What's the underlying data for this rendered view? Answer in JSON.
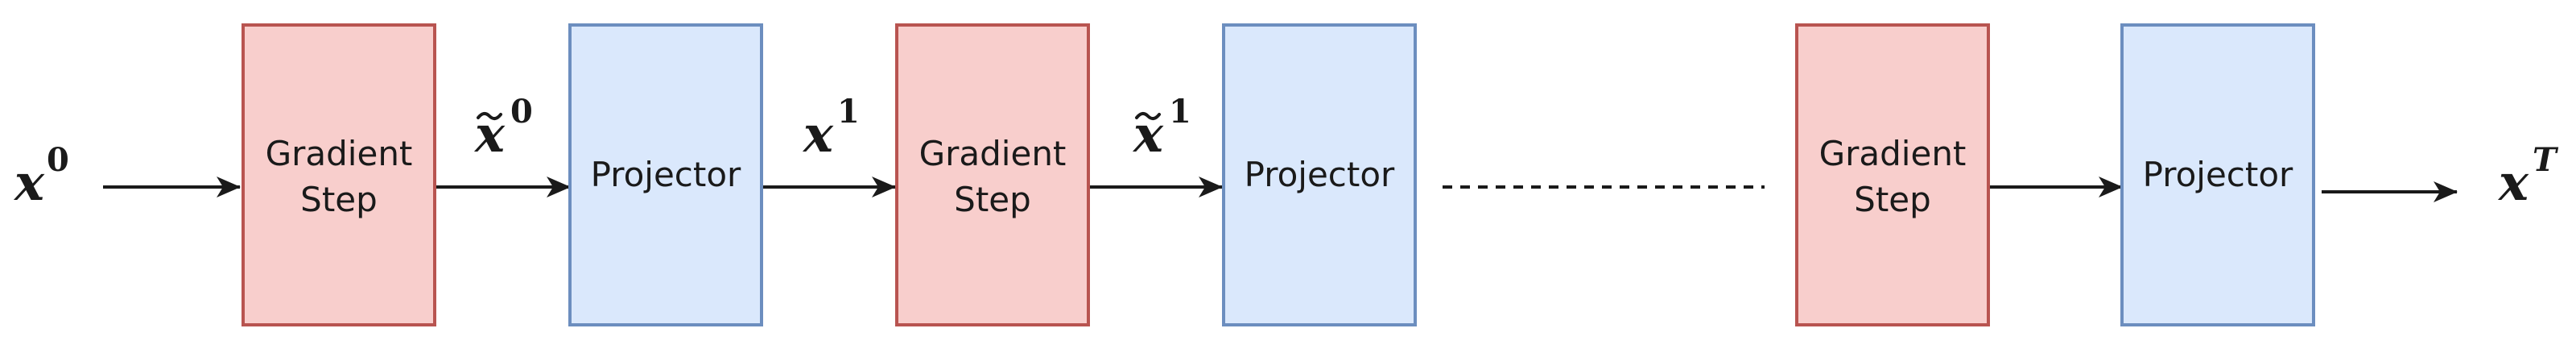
{
  "title": "",
  "colors": {
    "gradient_fill": "#f8cecc",
    "gradient_stroke": "#b85450",
    "projector_fill": "#dae8fc",
    "projector_stroke": "#6c8ebf",
    "arrow": "#1a1a1a"
  },
  "nodes": {
    "g0": {
      "line1": "Gradient",
      "line2": "Step"
    },
    "p0": {
      "label": "Projector"
    },
    "g1": {
      "line1": "Gradient",
      "line2": "Step"
    },
    "p1": {
      "label": "Projector"
    },
    "gT": {
      "line1": "Gradient",
      "line2": "Step"
    },
    "pT": {
      "label": "Projector"
    }
  },
  "variables": {
    "x0": {
      "base": "x",
      "sup": "0",
      "tilde": false
    },
    "xt0": {
      "base": "x",
      "sup": "0",
      "tilde": true
    },
    "x1": {
      "base": "x",
      "sup": "1",
      "tilde": false
    },
    "xt1": {
      "base": "x",
      "sup": "1",
      "tilde": true
    },
    "xT": {
      "base": "x",
      "sup": "T",
      "tilde": false
    }
  },
  "edges": [
    {
      "from": "x0",
      "to": "g0"
    },
    {
      "from": "g0",
      "to": "p0",
      "label": "xt0"
    },
    {
      "from": "p0",
      "to": "g1",
      "label": "x1"
    },
    {
      "from": "g1",
      "to": "p1",
      "label": "xt1"
    },
    {
      "from": "p1",
      "to": "gT",
      "style": "dashed"
    },
    {
      "from": "gT",
      "to": "pT"
    },
    {
      "from": "pT",
      "to": "xT"
    }
  ]
}
